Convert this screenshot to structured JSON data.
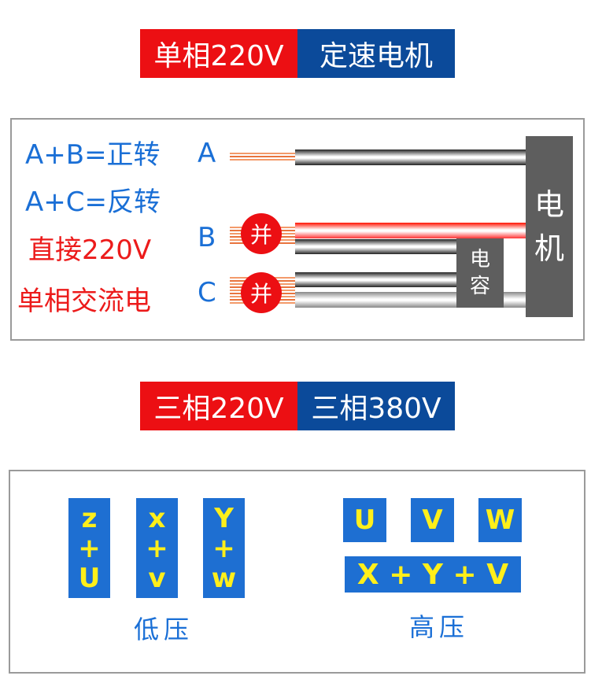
{
  "section1": {
    "title_left": "单相220V",
    "title_right": "定速电机",
    "legend": [
      "A+B=正转",
      "A+C=反转",
      "直接220V",
      "单相交流电"
    ],
    "terminals": [
      "A",
      "B",
      "C"
    ],
    "parallel_mark": "并",
    "capacitor": [
      "电",
      "容"
    ],
    "motor": [
      "电",
      "机"
    ]
  },
  "section2": {
    "title_left": "三相220V",
    "title_right": "三相380V",
    "low_voltage": {
      "groups": [
        [
          "z",
          "+",
          "U"
        ],
        [
          "x",
          "+",
          "v"
        ],
        [
          "Y",
          "+",
          "w"
        ]
      ],
      "label": "低压"
    },
    "high_voltage": {
      "terminals": [
        "U",
        "V",
        "W"
      ],
      "bridge": "X + Y + V",
      "label": "高压"
    }
  },
  "colors": {
    "red": "#ec0f13",
    "navy": "#0b4a9a",
    "blue": "#1e6fd2",
    "yellow": "#ffef1a",
    "gray": "#5e5e5e"
  }
}
